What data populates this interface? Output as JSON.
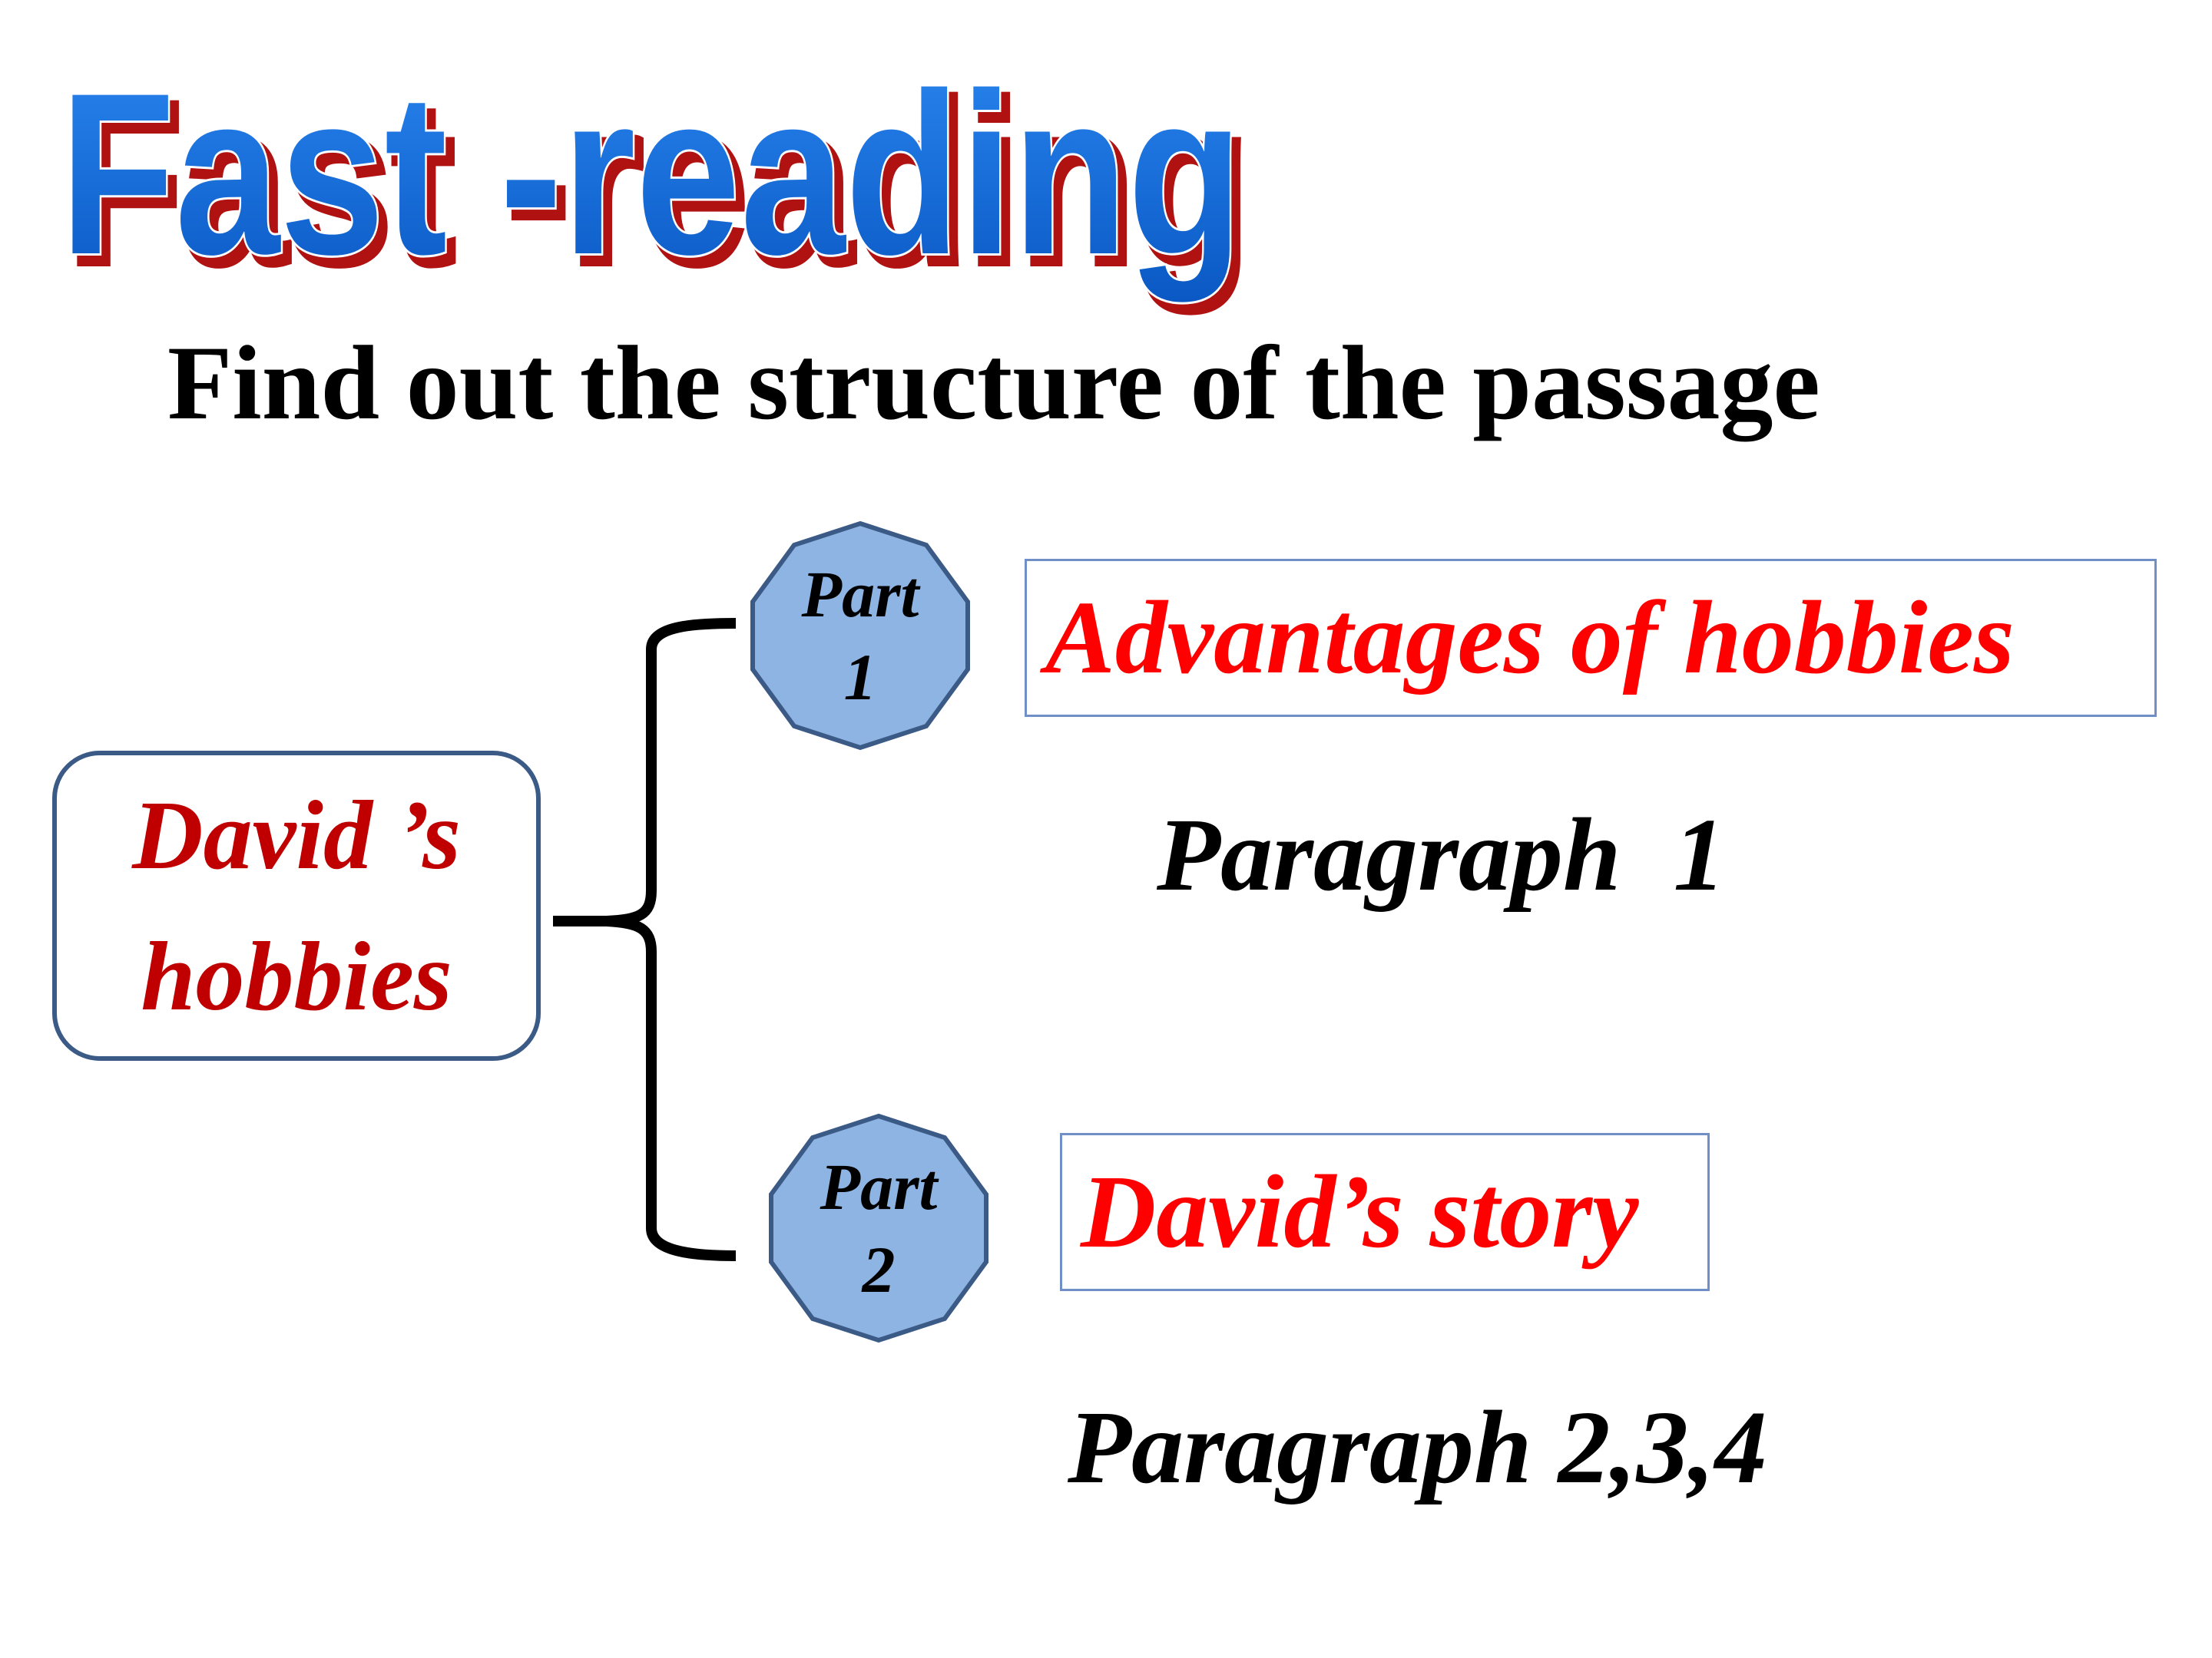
{
  "slide": {
    "title": "Fast -reading",
    "subtitle": "Find out the structure of the passage"
  },
  "diagram": {
    "root": {
      "label": "David ’s\nhobbies"
    },
    "parts": [
      {
        "badge_word": "Part",
        "badge_number": "1",
        "answer": "Advantages of hobbies",
        "paragraphs": "Paragraph  1"
      },
      {
        "badge_word": "Part",
        "badge_number": "2",
        "answer": "David’s story",
        "paragraphs": "Paragraph 2,3,4"
      }
    ]
  },
  "colors": {
    "title_fill": "#1167d6",
    "title_outline": "#ffffff",
    "title_shadow": "#b01212",
    "root_text": "#c00000",
    "root_border": "#3b5a86",
    "badge_fill": "#8db4e2",
    "badge_border": "#3b5a86",
    "answer_text": "#ff0000",
    "answer_border": "#6f8fc6",
    "bracket": "#000000"
  }
}
